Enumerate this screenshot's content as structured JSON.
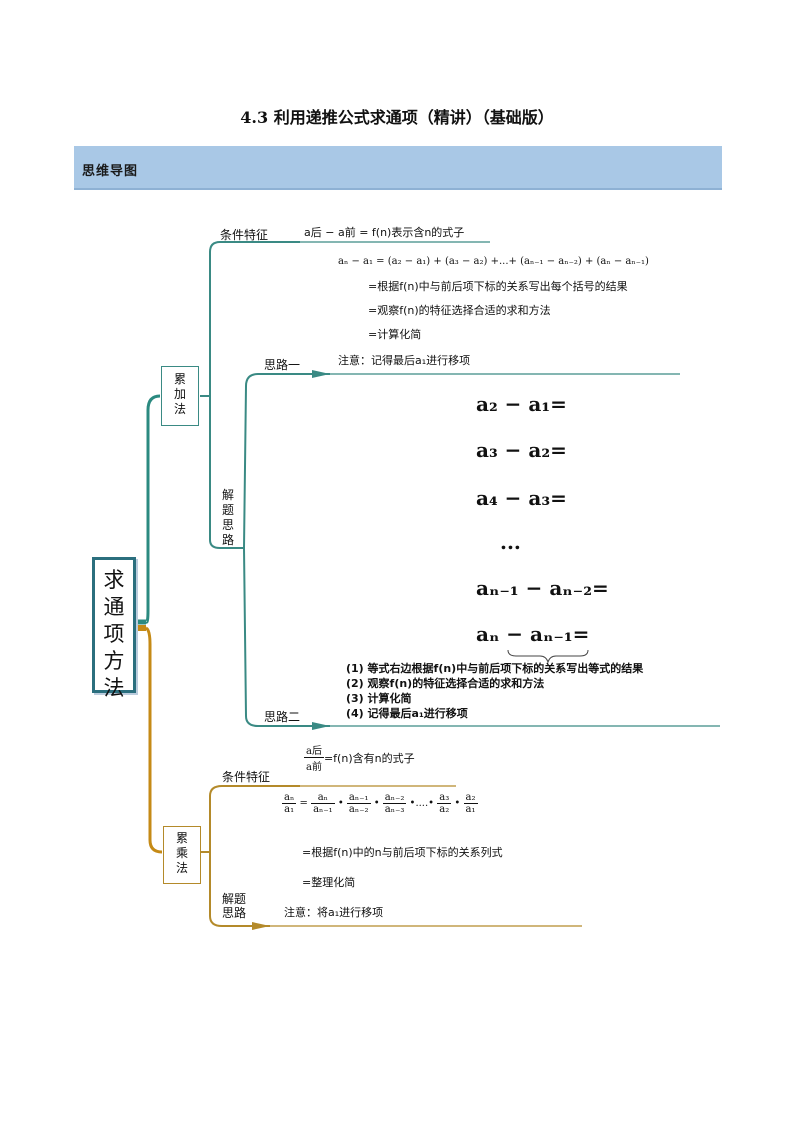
{
  "title": "4.3 利用递推公式求通项（精讲）（基础版）",
  "banner": "思维导图",
  "root": "求通项方法",
  "branch1": {
    "label": "累加法",
    "cond_label": "条件特征",
    "cond_formula": "a后 − a前 = f(n)表示含n的式子",
    "expansion": "aₙ − a₁ = (a₂ − a₁) + (a₃ − a₂) +...+ (aₙ₋₁ − aₙ₋₂) + (aₙ − aₙ₋₁)",
    "step1": "=根据f(n)中与前后项下标的关系写出每个括号的结果",
    "step2": "=观察f(n)的特征选择合适的求和方法",
    "step3": "=计算化简",
    "solve_label": "解题思路",
    "path1_label": "思路一",
    "path1_note": "注意：记得最后a₁进行移项",
    "eqs": [
      "a₂ − a₁=",
      "a₃ − a₂=",
      "a₄ − a₃=",
      "...",
      "aₙ₋₁ − aₙ₋₂=",
      "aₙ − aₙ₋₁="
    ],
    "path2_label": "思路二",
    "path2_steps": [
      "(1) 等式右边根据f(n)中与前后项下标的关系写出等式的结果",
      "(2) 观察f(n)的特征选择合适的求和方法",
      "(3) 计算化简",
      "(4) 记得最后a₁进行移项"
    ]
  },
  "branch2": {
    "label": "累乘法",
    "cond_label": "条件特征",
    "cond_num": "a后",
    "cond_den": "a前",
    "cond_text": "=f(n)含有n的式子",
    "step1": "=根据f(n)中的n与前后项下标的关系列式",
    "step2": "=整理化简",
    "solve_label": "解题思路",
    "note": "注意：将a₁进行移项"
  }
}
